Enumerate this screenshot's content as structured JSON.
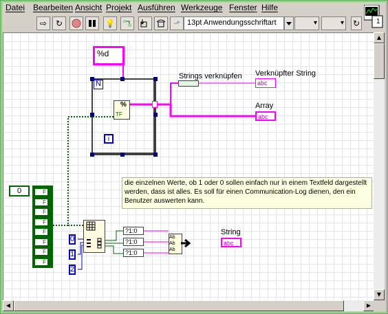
{
  "menu": {
    "items": [
      "Datei",
      "Bearbeiten",
      "Ansicht",
      "Projekt",
      "Ausführen",
      "Werkzeuge",
      "Fenster",
      "Hilfe"
    ]
  },
  "toolbar": {
    "font_select": "13pt Anwendungsschriftart",
    "icons": [
      "run-arrow-icon",
      "run-continuously-icon",
      "abort-icon",
      "pause-icon",
      "highlight-execution-icon",
      "retain-wire-values-icon",
      "step-into-icon",
      "step-over-icon",
      "step-out-icon",
      "text-settings-icon",
      "align-objects-icon",
      "distribute-objects-icon",
      "reorder-icon"
    ]
  },
  "corner": {
    "connector_number": "1"
  },
  "diagram": {
    "format_constant": "%d",
    "for_loop_count_label": "N",
    "for_loop_index_label": "i",
    "format_node_symbol": "%",
    "format_node_tf": "TF",
    "concat_label": "Strings verknüpfen",
    "concat_output_label": "Verknüpfter String",
    "array_label": "Array",
    "string_label": "String",
    "indicator_text": "abc",
    "bool_array_index": "0",
    "bool_array_items": [
      "F",
      "F",
      "F",
      "F",
      "F",
      "F",
      "F",
      "F"
    ],
    "index_constants": [
      "0",
      "1",
      "2"
    ],
    "format_nodes": [
      "?1:0",
      "?1:0",
      "?1:0"
    ],
    "concat_inputs": [
      "Ab",
      "Ab",
      "Ab"
    ],
    "comment": "die einzelnen Werte, ob 1 oder 0 sollen einfach nur in einem Textfeld dargestellt werden, dass ist alles. Es soll für einen Communication-Log dienen, den ein Benutzer auswerten kann."
  },
  "colors": {
    "string_wire": "#ff00ff",
    "bool_wire": "#006400",
    "int_wire": "#0000c8",
    "canvas_grid": "#e4e4ec"
  }
}
